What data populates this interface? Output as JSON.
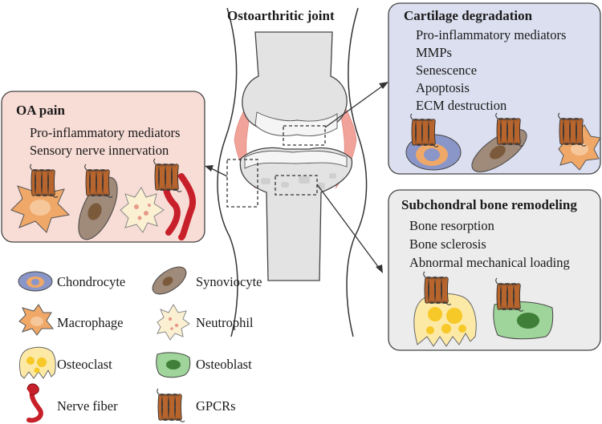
{
  "joint": {
    "title": "Ostoarthritic joint"
  },
  "oa_pain": {
    "title": "OA pain",
    "items": [
      "Pro-inflammatory mediators",
      "Sensory nerve innervation"
    ]
  },
  "cartilage": {
    "title": "Cartilage degradation",
    "items": [
      "Pro-inflammatory mediators",
      "MMPs",
      "Senescence",
      "Apoptosis",
      "ECM destruction"
    ]
  },
  "bone": {
    "title": "Subchondral bone remodeling",
    "items": [
      "Bone resorption",
      "Bone sclerosis",
      "Abnormal mechanical loading"
    ]
  },
  "legend": [
    {
      "icon": "chondrocyte-icon",
      "label": "Chondrocyte"
    },
    {
      "icon": "synoviocyte-icon",
      "label": "Synoviocyte"
    },
    {
      "icon": "macrophage-icon",
      "label": "Macrophage"
    },
    {
      "icon": "neutrophil-icon",
      "label": "Neutrophil"
    },
    {
      "icon": "osteoclast-icon",
      "label": "Osteoclast"
    },
    {
      "icon": "osteoblast-icon",
      "label": "Osteoblast"
    },
    {
      "icon": "nerve-fiber-icon",
      "label": "Nerve fiber"
    },
    {
      "icon": "gpcr-icon",
      "label": "GPCRs"
    }
  ],
  "colors": {
    "oa_pain_box": "#f8dcd6",
    "cartilage_box": "#dcdff0",
    "bone_box": "#ececec",
    "synovium": "#f1a39a",
    "bone": "#e3e3e3",
    "macrophage": "#f0a868",
    "chondrocyte_outer": "#8a96c8",
    "synoviocyte": "#a08a7a",
    "osteoclast": "#fde9a6",
    "osteoblast": "#9fd49a",
    "nerve": "#c8202a",
    "gpcr": "#b8652d"
  }
}
